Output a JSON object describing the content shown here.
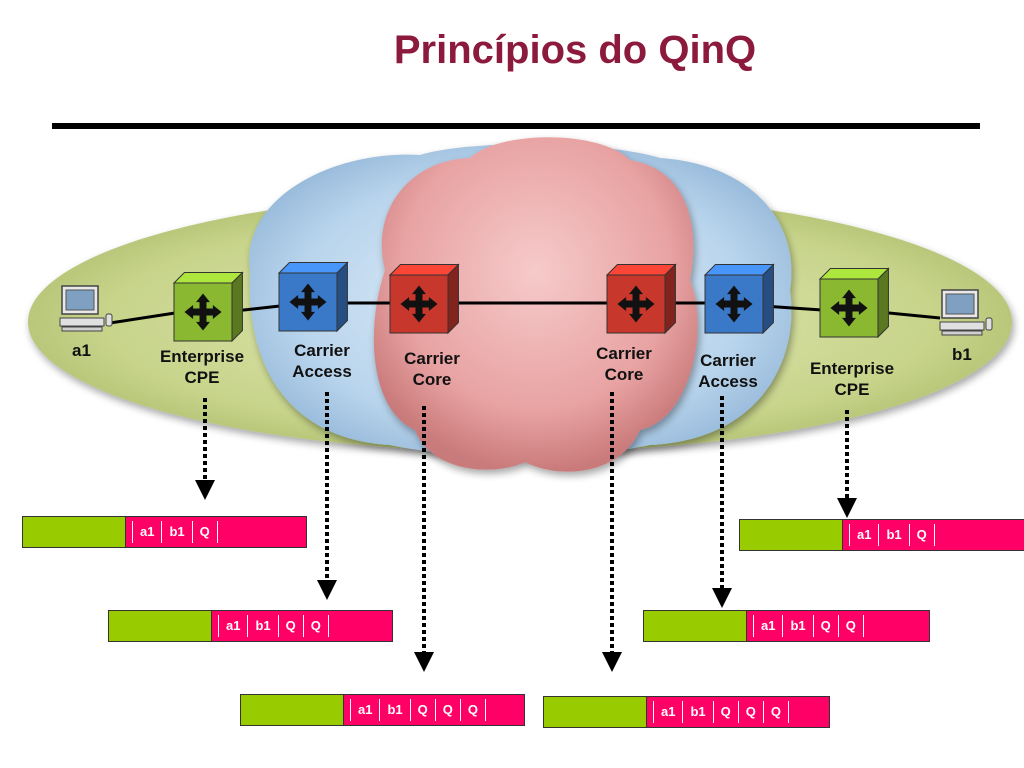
{
  "title": "Princípios do QinQ",
  "hosts": [
    {
      "id": "a1",
      "label": "a1"
    },
    {
      "id": "b1",
      "label": "b1"
    }
  ],
  "devices": [
    {
      "id": "ent-left",
      "label": "Enterprise\nCPE",
      "kind": "enterprise"
    },
    {
      "id": "acc-left",
      "label": "Carrier\nAccess",
      "kind": "access"
    },
    {
      "id": "core-left",
      "label": "Carrier\nCore",
      "kind": "core"
    },
    {
      "id": "core-right",
      "label": "Carrier\nCore",
      "kind": "core"
    },
    {
      "id": "acc-right",
      "label": "Carrier\nAccess",
      "kind": "access"
    },
    {
      "id": "ent-right",
      "label": "Enterprise\nCPE",
      "kind": "enterprise"
    }
  ],
  "frames": [
    {
      "id": "frame-left-enterprise",
      "fields": [
        "a1",
        "b1",
        "Q"
      ]
    },
    {
      "id": "frame-left-access",
      "fields": [
        "a1",
        "b1",
        "Q",
        "Q"
      ]
    },
    {
      "id": "frame-left-core",
      "fields": [
        "a1",
        "b1",
        "Q",
        "Q",
        "Q"
      ]
    },
    {
      "id": "frame-right-core",
      "fields": [
        "a1",
        "b1",
        "Q",
        "Q",
        "Q"
      ]
    },
    {
      "id": "frame-right-access",
      "fields": [
        "a1",
        "b1",
        "Q",
        "Q"
      ]
    },
    {
      "id": "frame-right-enterprise",
      "fields": [
        "a1",
        "b1",
        "Q"
      ]
    }
  ],
  "colors": {
    "title": "#8b1a3c",
    "enterprise_zone": "#c7d48a",
    "access_zone": "#b8d4ec",
    "core_zone": "#e8a2a2",
    "enterprise_switch": "#8ab830",
    "access_switch": "#3a78c8",
    "core_switch": "#c8372c",
    "frame_payload": "#99cc00",
    "frame_header": "#ff0066"
  },
  "icons": {
    "switch": "cube-switch-icon",
    "host": "computer-icon"
  }
}
